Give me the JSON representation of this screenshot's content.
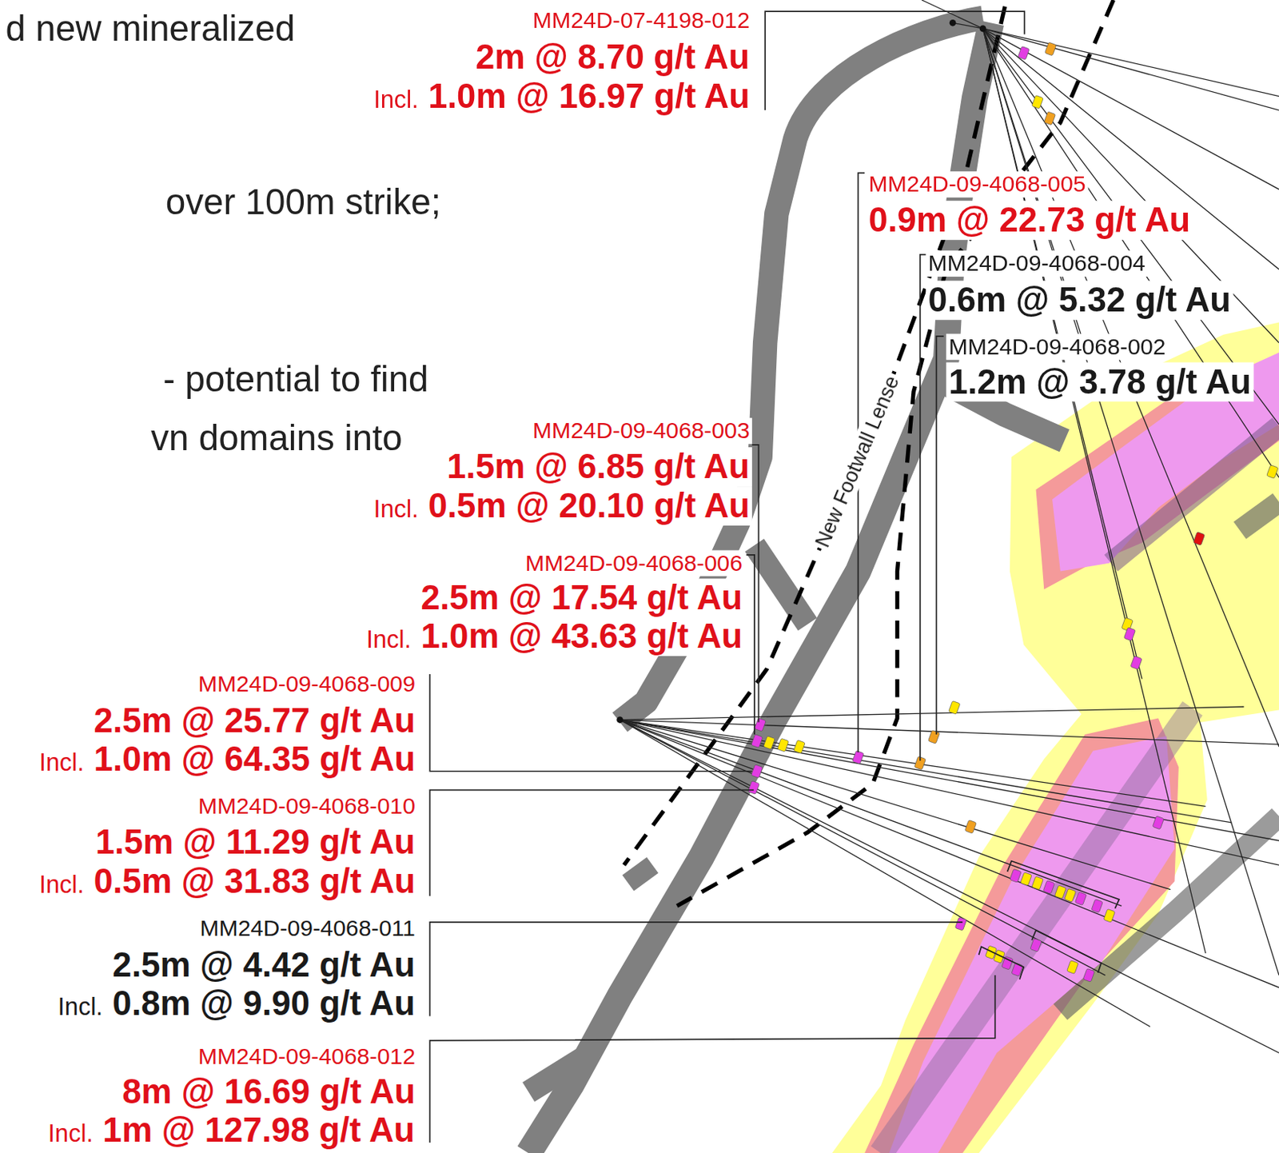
{
  "diagram": {
    "labels": [
      "d new mineralized",
      "MM24D-07-4198-012",
      "2m @ 8.70 g/t Au",
      "Incl.",
      "1.0m @ 16.97 g/t Au",
      "over 100m strike;",
      "MM24D-09-4068-005",
      "0.9m @ 22.73 g/t Au",
      "MM24D-09-4068-004",
      "0.6m @ 5.32 g/t Au",
      "- potential to find",
      "MM24D-09-4068-002",
      "1.2m @ 3.78 g/t Au",
      "vn domains into",
      "New Footwall Lense",
      "MM24D-09-4068-003",
      "1.5m @ 6.85 g/t Au",
      "Incl.",
      "0.5m @ 20.10 g/t Au",
      "MM24D-09-4068-006",
      "2.5m @ 17.54 g/t Au",
      "Incl.",
      "1.0m @ 43.63 g/t Au",
      "MM24D-09-4068-009",
      "2.5m @ 25.77 g/t Au",
      "Incl.",
      "1.0m @ 64.35 g/t Au",
      "MM24D-09-4068-010",
      "1.5m @ 11.29 g/t Au",
      "Incl.",
      "0.5m @ 31.83 g/t Au",
      "MM24D-09-4068-011",
      "2.5m @ 4.42 g/t Au",
      "Incl.",
      "0.8m @ 9.90 g/t Au",
      "MM24D-09-4068-012",
      "8m @ 16.69 g/t Au",
      "Incl.",
      "1m @ 127.98 g/t Au"
    ]
  }
}
